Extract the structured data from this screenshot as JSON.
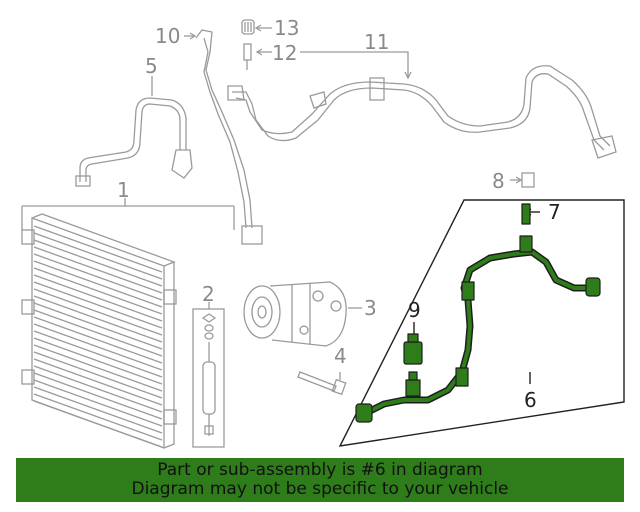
{
  "callouts": {
    "c1": "1",
    "c2": "2",
    "c3": "3",
    "c4": "4",
    "c5": "5",
    "c6": "6",
    "c7": "7",
    "c8": "8",
    "c9": "9",
    "c10": "10",
    "c11": "11",
    "c12": "12",
    "c13": "13"
  },
  "highlighted_part": "6",
  "banner": {
    "line1": "Part or sub-assembly is #6 in diagram",
    "line2": "Diagram may not be specific to your vehicle"
  },
  "colors": {
    "highlight": "#2e7d1a",
    "line_gray": "#9a9a9a",
    "line_dark": "#222222"
  }
}
